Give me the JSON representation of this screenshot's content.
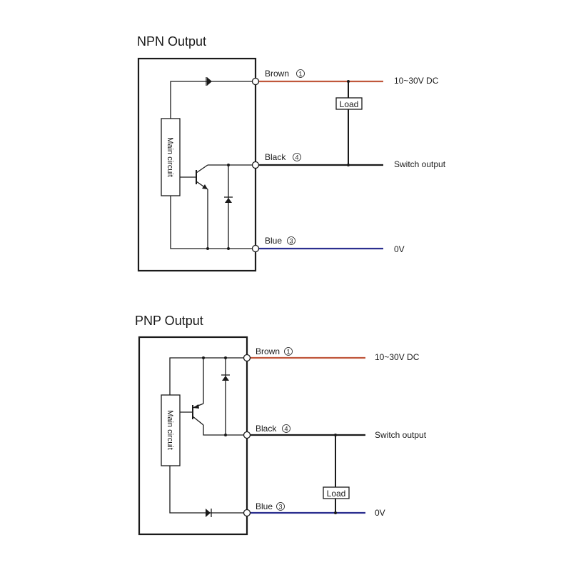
{
  "npn": {
    "title": "NPN Output",
    "main_circuit": "Main circuit",
    "load": "Load",
    "wires": {
      "brown": "Brown",
      "brown_num": "1",
      "black": "Black",
      "black_num": "4",
      "blue": "Blue",
      "blue_num": "3"
    },
    "outputs": {
      "supply": "10~30V DC",
      "switch": "Switch output",
      "ground": "0V"
    }
  },
  "pnp": {
    "title": "PNP Output",
    "main_circuit": "Main circuit",
    "load": "Load",
    "wires": {
      "brown": "Brown",
      "brown_num": "1",
      "black": "Black",
      "black_num": "4",
      "blue": "Blue",
      "blue_num": "3"
    },
    "outputs": {
      "supply": "10~30V DC",
      "switch": "Switch output",
      "ground": "0V"
    }
  },
  "colors": {
    "brown_wire": "#c0573c",
    "black_wire": "#1a1a1a",
    "blue_wire": "#2b2f8f",
    "line": "#1a1a1a"
  }
}
